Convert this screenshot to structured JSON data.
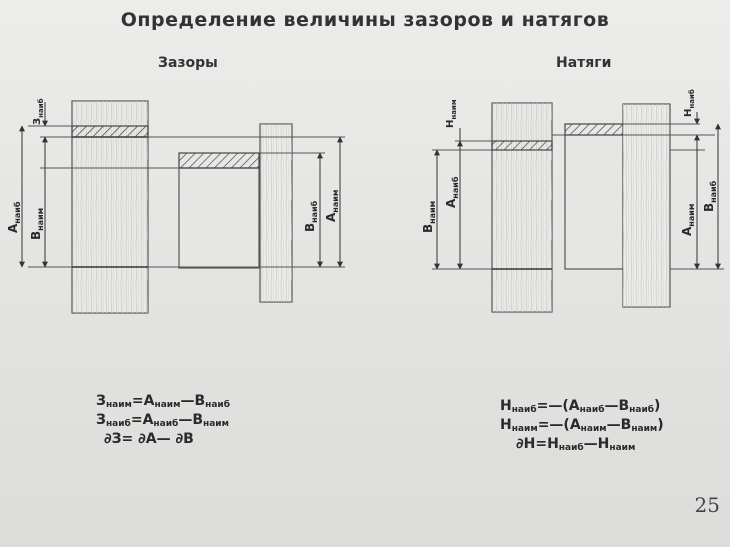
{
  "title": "Определение величины зазоров и натягов",
  "left": {
    "heading": "Зазоры",
    "labels": {
      "a_naib": "А",
      "a_naib_sub": "наиб",
      "v_naim": "В",
      "v_naim_sub": "наим",
      "z_naib": "З",
      "z_naib_sub": "наиб",
      "v_naib": "В",
      "v_naib_sub": "наиб",
      "a_naim": "А",
      "a_naim_sub": "наим"
    },
    "formulas": [
      {
        "lhs": "З",
        "lhs_sub": "наим",
        "op": "=",
        "a": "А",
        "a_sub": "наим",
        "minus": "—",
        "b": "В",
        "b_sub": "наиб"
      },
      {
        "lhs": "З",
        "lhs_sub": "наиб",
        "op": "=",
        "a": "А",
        "a_sub": "наиб",
        "minus": "—",
        "b": "В",
        "b_sub": "наим"
      }
    ],
    "tolerance": "∂З= ∂А— ∂В"
  },
  "right": {
    "heading": "Натяги",
    "labels": {
      "n_naim": "Н",
      "n_naim_sub": "наим",
      "v_naim": "В",
      "v_naim_sub": "наим",
      "a_naib": "А",
      "a_naib_sub": "наиб",
      "n_naib": "Н",
      "n_naib_sub": "наиб",
      "a_naim": "А",
      "a_naim_sub": "наим",
      "v_naib": "В",
      "v_naib_sub": "наиб"
    },
    "formulas": [
      {
        "lhs": "Н",
        "lhs_sub": "наиб",
        "op": "=—(",
        "a": "А",
        "a_sub": "наиб",
        "minus": "—",
        "b": "В",
        "b_sub": "наиб",
        "close": ")"
      },
      {
        "lhs": "Н",
        "lhs_sub": "наим",
        "op": "=—(",
        "a": "А",
        "a_sub": "наим",
        "minus": "—",
        "b": "В",
        "b_sub": "наим",
        "close": ")"
      }
    ],
    "tolerance": "∂Н=Н",
    "tolerance_sub1": "наиб",
    "tolerance_mid": "—Н",
    "tolerance_sub2": "наим"
  },
  "page_number": "25"
}
